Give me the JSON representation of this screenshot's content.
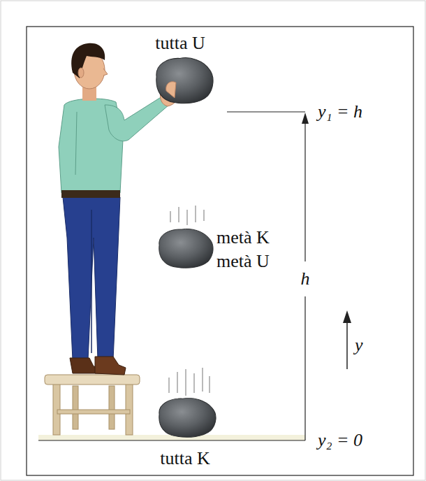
{
  "diagram": {
    "labels": [
      "tutta U",
      "y₁ = h",
      "metà K",
      "metà U",
      "h",
      "y",
      "y₂ = 0",
      "tutta K"
    ]
  }
}
